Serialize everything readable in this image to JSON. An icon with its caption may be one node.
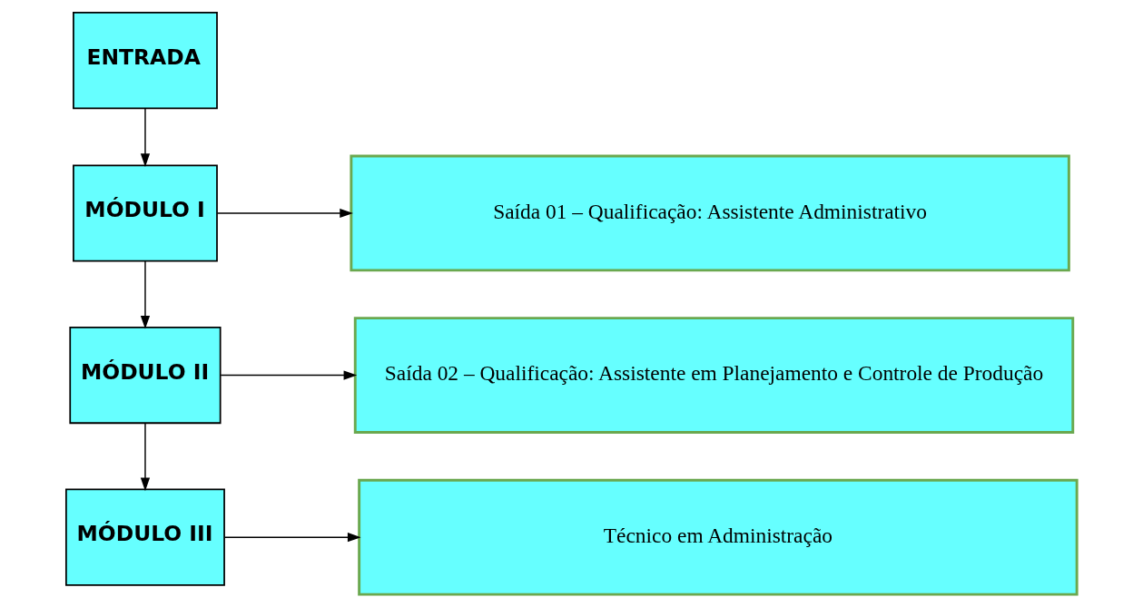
{
  "diagram": {
    "nodes": [
      {
        "text": [
          "ENTRADA"
        ]
      },
      {
        "text": [
          "MÓDULO I"
        ]
      },
      {
        "text": [
          "Saída 01 – Qualificação: Assistente Administrativo"
        ]
      },
      {
        "text": [
          "MÓDULO II"
        ]
      },
      {
        "text": [
          "Saída 02 – Qualificação: Assistente em Planejamento e Controle de Produção"
        ]
      },
      {
        "text": [
          "MÓDULO III"
        ]
      },
      {
        "text": [
          "Técnico em Administração"
        ]
      }
    ],
    "edges": [
      {
        "from": 0,
        "to": 1,
        "arrow": "to"
      },
      {
        "from": 1,
        "to": 2,
        "arrow": "to"
      },
      {
        "from": 1,
        "to": 3,
        "arrow": "to"
      },
      {
        "from": 3,
        "to": 4,
        "arrow": "to"
      },
      {
        "from": 3,
        "to": 5,
        "arrow": "to"
      },
      {
        "from": 5,
        "to": 6,
        "arrow": "to"
      }
    ]
  }
}
